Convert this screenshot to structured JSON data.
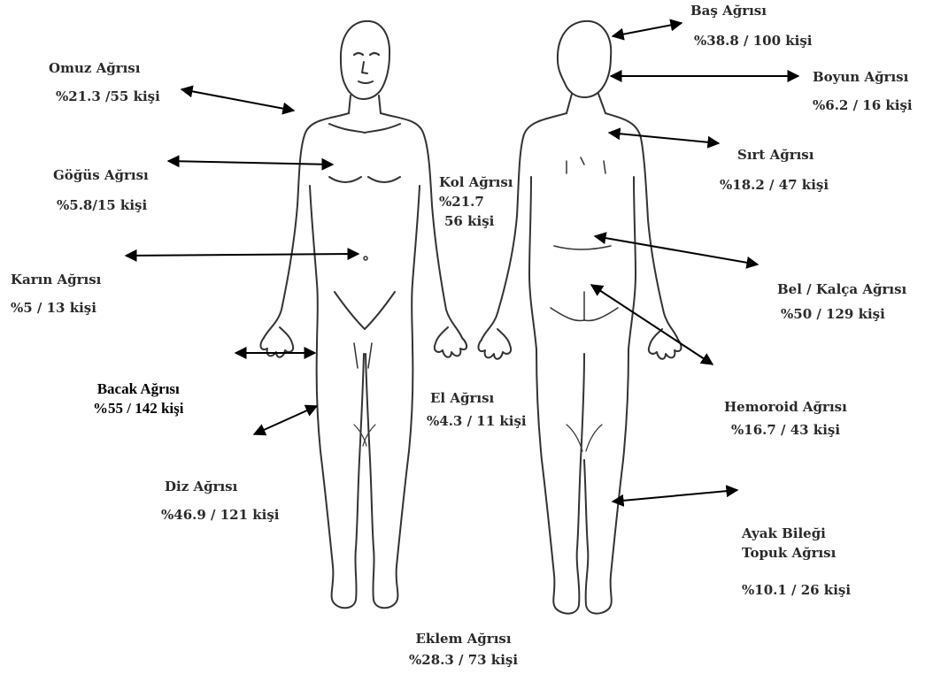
{
  "labels": {
    "omuz": {
      "title": "Omuz Ağrısı",
      "value": "%21.3 /55 kişi"
    },
    "gogus": {
      "title": "Göğüs Ağrısı",
      "value": "%5.8/15 kişi"
    },
    "karin": {
      "title": "Karın Ağrısı",
      "value": "%5 / 13 kişi"
    },
    "bacak": {
      "title": "Bacak Ağrısı",
      "value": "%55 / 142 kişi"
    },
    "diz": {
      "title": "Diz Ağrısı",
      "value": "%46.9 / 121 kişi"
    },
    "kol": {
      "title": "Kol Ağrısı",
      "value": "%21.7",
      "value2": "56 kişi"
    },
    "el": {
      "title": "El Ağrısı",
      "value": "%4.3 / 11 kişi"
    },
    "eklem": {
      "title": "Eklem Ağrısı",
      "value": "%28.3 / 73 kişi"
    },
    "bas": {
      "title": "Baş Ağrısı",
      "value": "%38.8 / 100 kişi"
    },
    "boyun": {
      "title": "Boyun Ağrısı",
      "value": "%6.2 / 16 kişi"
    },
    "sirt": {
      "title": "Sırt Ağrısı",
      "value": "%18.2 / 47 kişi"
    },
    "bel": {
      "title": "Bel / Kalça Ağrısı",
      "value": "%50 / 129 kişi"
    },
    "hemoroid": {
      "title": "Hemoroid Ağrısı",
      "value": "%16.7 / 43 kişi"
    },
    "ayak": {
      "title": "Ayak Bileği",
      "title2": "Topuk Ağrısı",
      "value": "%10.1 / 26 kişi"
    }
  }
}
